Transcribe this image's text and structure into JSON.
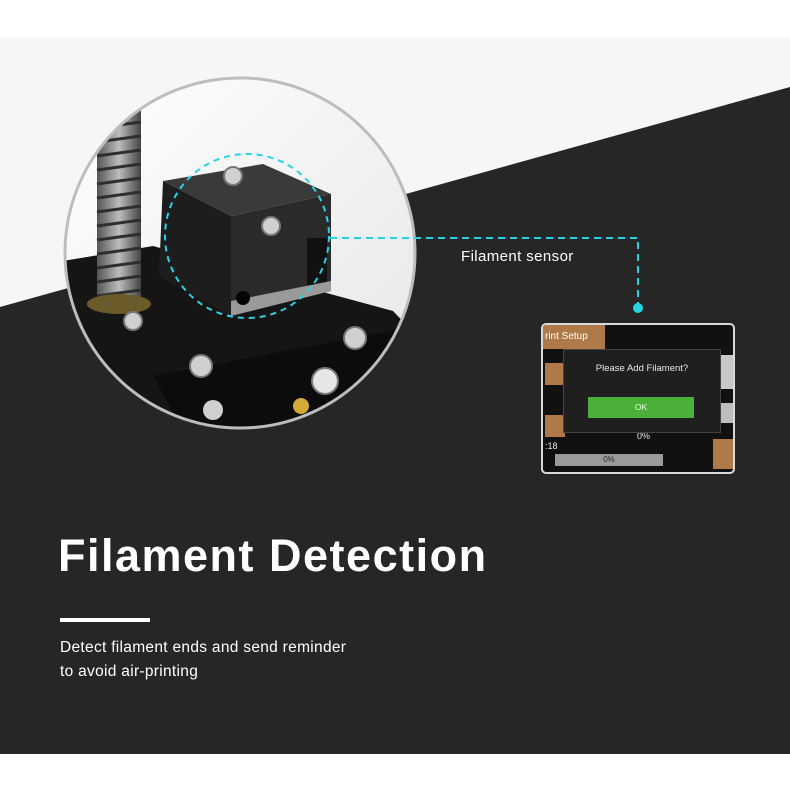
{
  "callout": {
    "label": "Filament sensor",
    "line_color": "#27d3e2"
  },
  "screen": {
    "tab_title": "rint Setup",
    "dialog_message": "Please Add Filament?",
    "ok_label": "OK",
    "progress_mid": "0%",
    "progress_bar": "0%",
    "time_fragment": ":18"
  },
  "feature": {
    "title": "Filament Detection",
    "description_line1": "Detect filament ends and send reminder",
    "description_line2": "to avoid air-printing"
  },
  "colors": {
    "banner_dark": "#262626",
    "banner_light": "#f6f6f6",
    "accent": "#27d3e2",
    "ok_green": "#4caf38"
  }
}
